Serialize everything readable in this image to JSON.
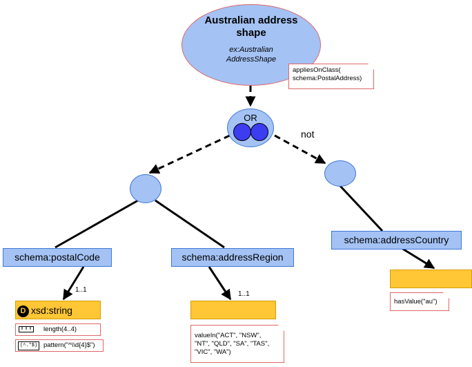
{
  "shape": {
    "title": "Australian address shape",
    "id": "ex:Australian AddressShape"
  },
  "target_note": {
    "line1": "appliesOnClass(",
    "line2": "schema:PostalAddress)"
  },
  "or_node": {
    "label": "OR"
  },
  "not_label": "not",
  "branches": {
    "postal_code": {
      "property": "schema:postalCode",
      "cardinality": "1..1",
      "datatype": {
        "badge": "D",
        "label": "xsd:string"
      },
      "facets": [
        {
          "icon": "ruler-icon",
          "text": "length(4..4)"
        },
        {
          "icon": "(^.*$)",
          "text": "pattern(\"^\\\\d{4}$\")"
        }
      ]
    },
    "address_region": {
      "property": "schema:addressRegion",
      "cardinality": "1..1",
      "values_note": {
        "line1": "valueIn(\"ACT\", \"NSW\",",
        "line2": "\"NT\", \"QLD\", \"SA\", \"TAS\",",
        "line3": "\"VIC\", \"WA\")"
      }
    },
    "address_country": {
      "property": "schema:addressCountry",
      "values_note": "hasValue(\"au\")"
    }
  },
  "colors": {
    "node_fill": "#a4c2f4",
    "node_border": "#3c78d8",
    "range_fill": "#ffc635",
    "note_border": "#e06666",
    "or_circle": "#3c3cf0"
  }
}
